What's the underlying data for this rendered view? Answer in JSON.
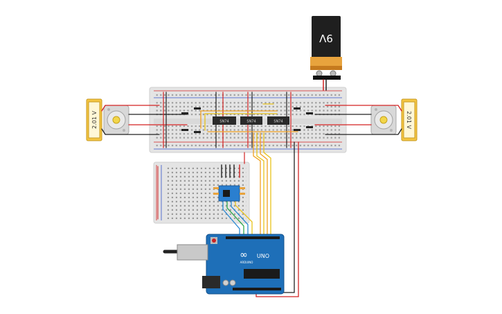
{
  "battery": {
    "label": "9V",
    "body_color": "#1f1f1f",
    "cap_color": "#e8a33d"
  },
  "multimeter_left": {
    "reading": "2.01 V"
  },
  "multimeter_right": {
    "reading": "2.01 V"
  },
  "chips": [
    {
      "label": "SN74"
    },
    {
      "label": "SN74"
    },
    {
      "label": "SN74"
    }
  ],
  "arduino": {
    "logo": "∞",
    "model": "UNO",
    "brand": "ARDUINO",
    "board_color": "#1e6fb8"
  },
  "colors": {
    "wire_red": "#d32222",
    "wire_black": "#222222",
    "wire_orange": "#f0a020",
    "wire_yellow": "#e8c21a",
    "wire_blue": "#2a8ad4",
    "wire_green": "#2fa84f",
    "breadboard": "#e6e6e6",
    "rail_red": "#d32222",
    "rail_blue": "#3355cc"
  }
}
